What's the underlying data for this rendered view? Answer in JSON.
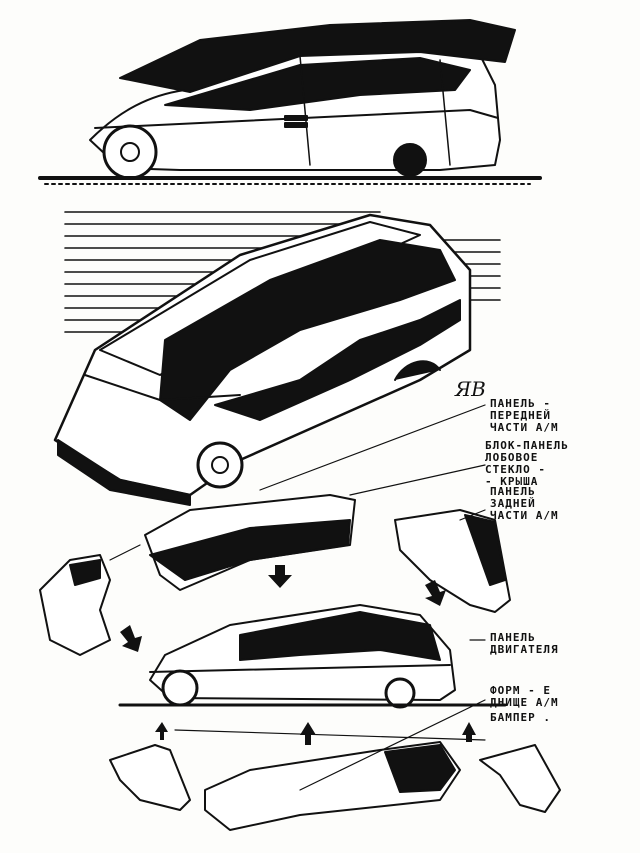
{
  "figure": {
    "signature": "ЯВ",
    "labels": {
      "front_panel": [
        "ПАНЕЛЬ -",
        "ПЕРЕДНЕЙ",
        "ЧАСТИ А/М"
      ],
      "roof_block": [
        "БЛОК-ПАНЕЛЬ",
        "ЛОБОВОЕ",
        "СТЕКЛО -",
        "- КРЫША"
      ],
      "rear_panel": [
        "ПАНЕЛЬ",
        "ЗАДНЕЙ",
        "ЧАСТИ А/М"
      ],
      "engine_panel": [
        "ПАНЕЛЬ",
        "ДВИГАТЕЛЯ"
      ],
      "underbody": [
        "ФОРМ - Е",
        "ДНИЩЕ А/М"
      ],
      "bumper": [
        "БАМПЕР ."
      ]
    },
    "colors": {
      "ink": "#111111",
      "paper": "#fdfdfb"
    }
  }
}
